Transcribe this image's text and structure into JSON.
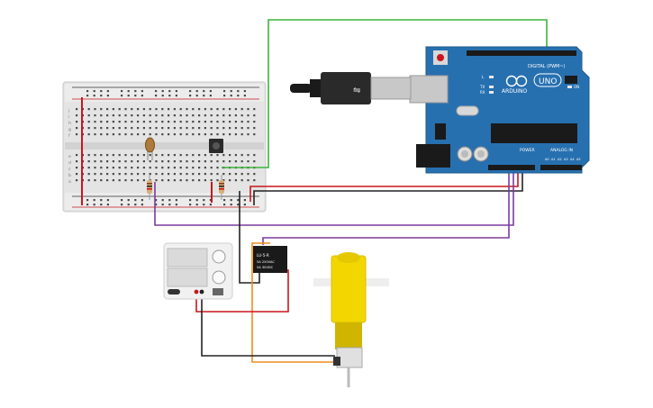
{
  "arduino": {
    "brand": "ARDUINO",
    "model": "UNO",
    "digital_label": "DIGITAL (PWM~)",
    "power_label": "POWER",
    "analog_label": "ANALOG IN",
    "led_l": "L",
    "led_tx": "TX",
    "led_rx": "RX",
    "led_on": "ON",
    "analog_pins": [
      "A0",
      "A1",
      "A2",
      "A3",
      "A4",
      "A5"
    ]
  },
  "relay": {
    "line1": "LU-5-R",
    "line2": "5A 250VAC",
    "line3": "5A 30VDC"
  },
  "breadboard": {
    "row_letters_top": [
      "j",
      "i",
      "h",
      "g",
      "f"
    ],
    "row_letters_bottom": [
      "e",
      "d",
      "c",
      "b",
      "a"
    ]
  },
  "wire_colors": {
    "green": "#3cb43c",
    "red": "#c8161d",
    "black": "#222222",
    "purple": "#7a3c9c",
    "orange": "#f08c1e"
  },
  "colors": {
    "arduino_board": "#2770b0",
    "breadboard": "#e8e8e8",
    "motor_body": "#f2d600",
    "power_supply": "#f1f1f1"
  }
}
